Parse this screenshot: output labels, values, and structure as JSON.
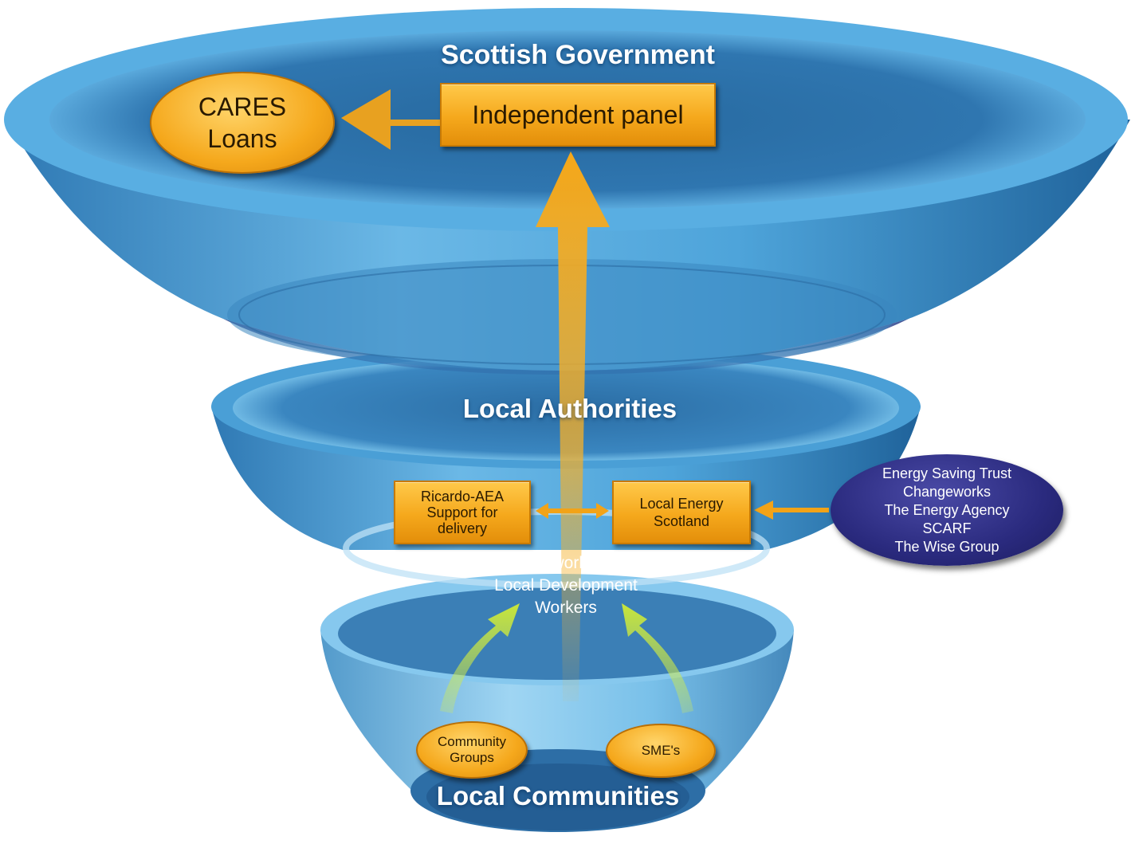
{
  "tiers": {
    "top": "Scottish Government",
    "middle": "Local Authorities",
    "bottom": "Local Communities"
  },
  "nodes": {
    "independent_panel": "Independent panel",
    "cares_loans": [
      "CARES",
      "Loans"
    ],
    "ricardo": [
      "Ricardo-AEA",
      "Support for",
      "delivery"
    ],
    "local_energy": [
      "Local Energy",
      "Scotland"
    ],
    "network": [
      "Network of",
      "Local Development",
      "Workers"
    ],
    "community_groups": [
      "Community",
      "Groups"
    ],
    "smes": "SME's",
    "partners": [
      "Energy Saving Trust",
      "Changeworks",
      "The Energy Agency",
      "SCARF",
      "The Wise Group"
    ]
  },
  "colors": {
    "funnel_light": "#5eaee0",
    "funnel_dark": "#1d5f95",
    "gold": "#f5a81c",
    "purple": "#2a2a7e",
    "green_arrow": "#c8e63a"
  }
}
